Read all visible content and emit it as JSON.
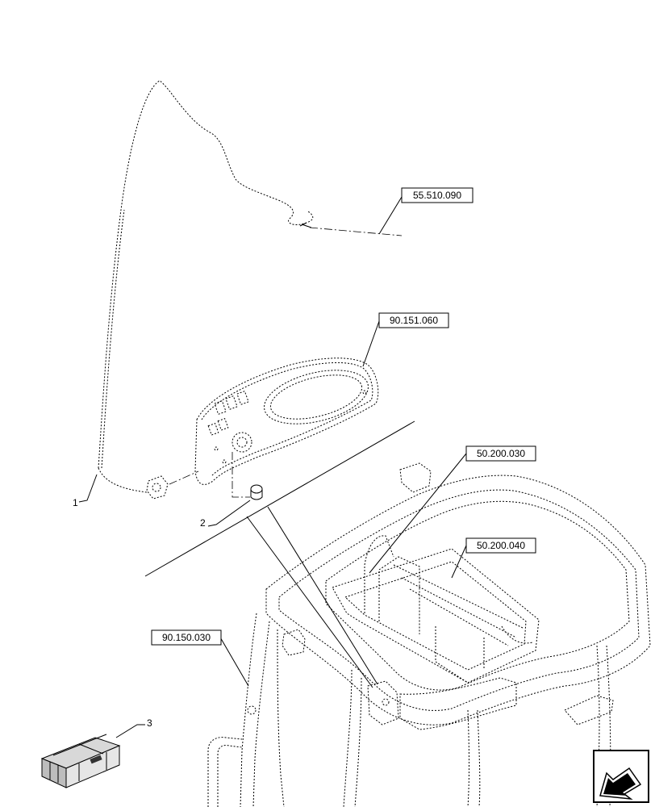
{
  "callouts": {
    "c1": "55.510.090",
    "c2": "90.151.060",
    "c3": "50.200.030",
    "c4": "50.200.040",
    "c5": "90.150.030"
  },
  "items": {
    "i1": "1",
    "i2": "2",
    "i3": "3"
  },
  "icons": {
    "nav": "navigation-arrow-icon",
    "kit": "kit-crate-icon"
  }
}
